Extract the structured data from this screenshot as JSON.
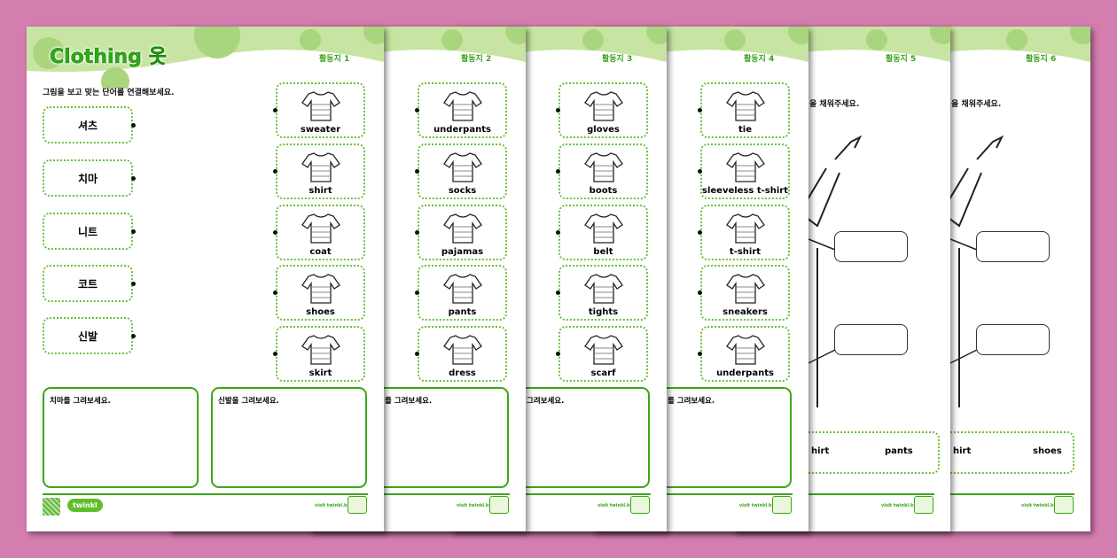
{
  "title": "Clothing 옷",
  "instruction": "그림을 보고 맞는 단어를 연결해보세요.",
  "pages": [
    {
      "tag": "활동지 1",
      "pictures": [
        "sweater",
        "shirt",
        "coat",
        "shoes",
        "skirt"
      ],
      "draw": [
        "치마를 그려보세요.",
        "신발을 그려보세요."
      ]
    },
    {
      "tag": "활동지 2",
      "pictures": [
        "underpants",
        "socks",
        "pajamas",
        "pants",
        "dress"
      ],
      "draw": [
        "를 그려보세요."
      ]
    },
    {
      "tag": "활동지 3",
      "pictures": [
        "gloves",
        "boots",
        "belt",
        "tights",
        "scarf"
      ],
      "draw": [
        "그려보세요."
      ]
    },
    {
      "tag": "활동지 4",
      "pictures": [
        "tie",
        "sleeveless t-shirt",
        "t-shirt",
        "sneakers",
        "underpants"
      ],
      "draw": [
        "를 그려보세요."
      ]
    },
    {
      "tag": "활동지 5",
      "instruction": "을 채워주세요.",
      "bank": [
        "hirt",
        "pants"
      ]
    },
    {
      "tag": "활동지 6",
      "instruction": "을 채워주세요.",
      "bank": [
        "hirt",
        "shoes"
      ]
    }
  ],
  "korean_words": [
    "셔츠",
    "치마",
    "니트",
    "코트",
    "신발"
  ],
  "footer": {
    "visit": "visit twinkl.kr",
    "brand": "twinkl"
  },
  "colors": {
    "background": "#d47daf",
    "green": "#3aa81a",
    "header": "#c8e4a2"
  }
}
